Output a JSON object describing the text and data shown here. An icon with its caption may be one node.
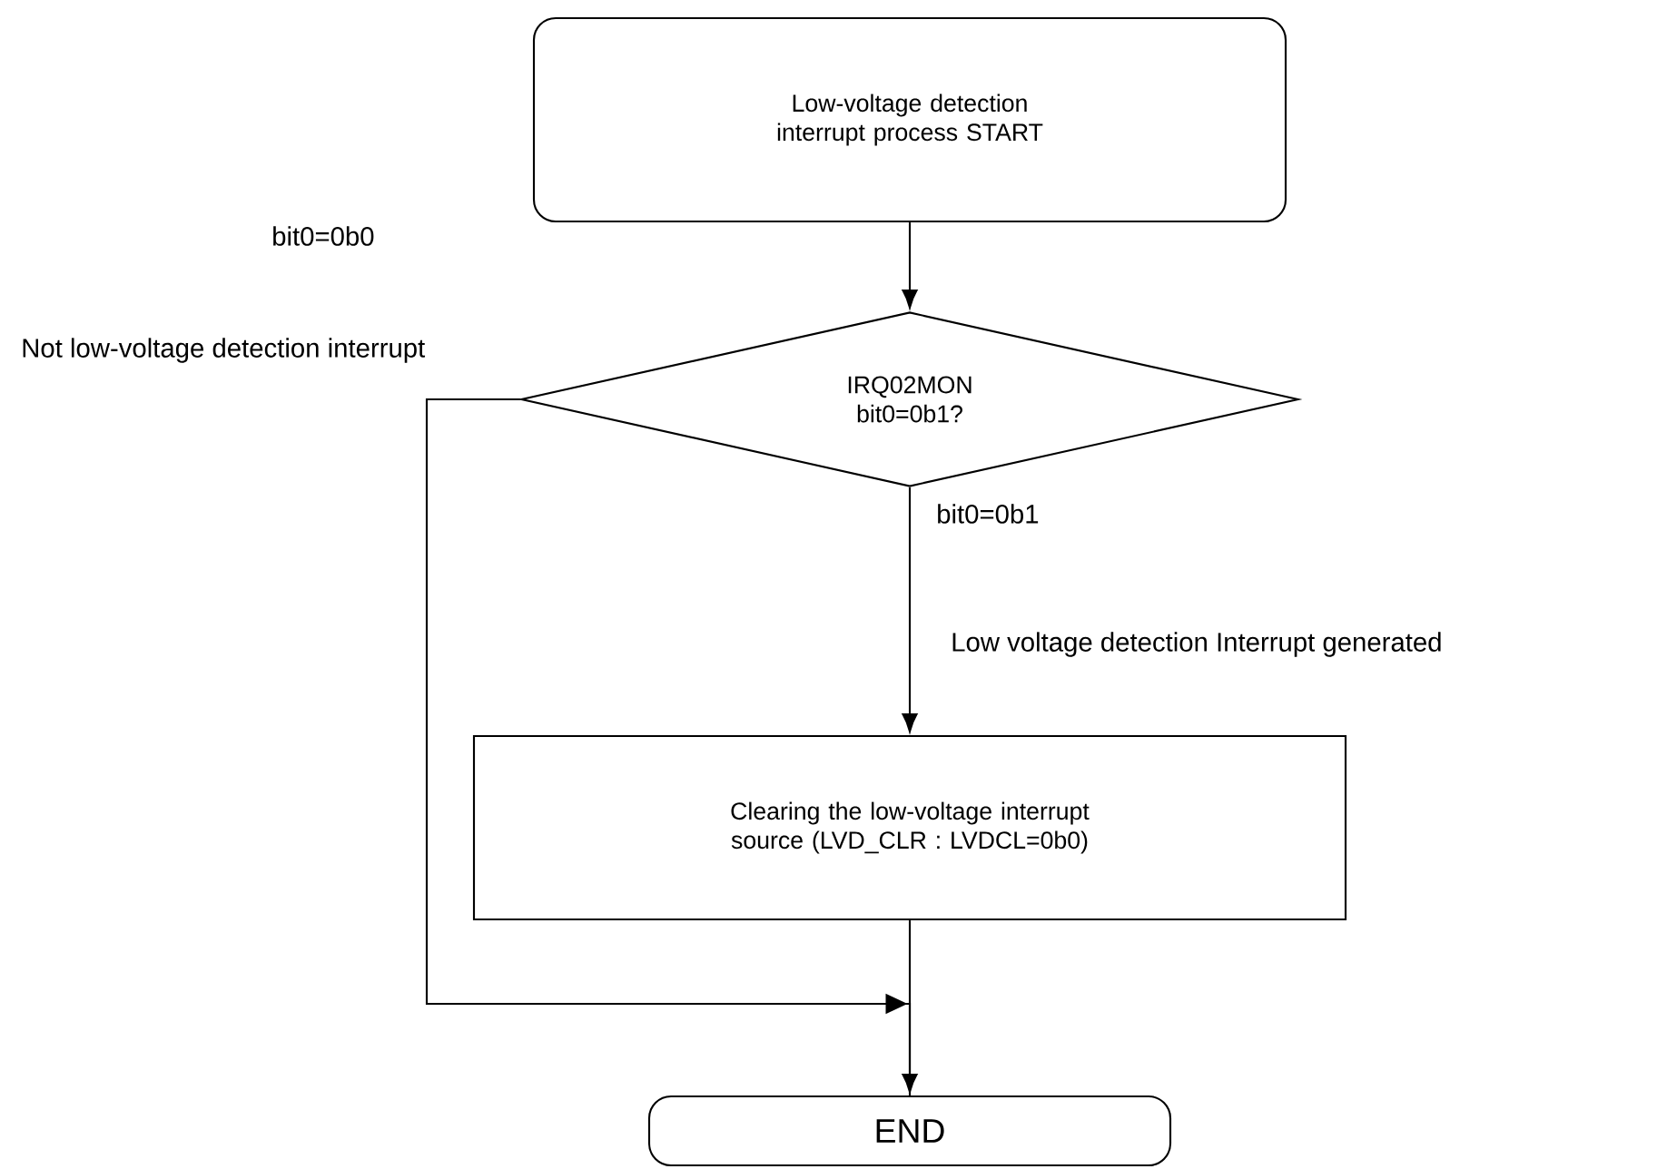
{
  "diagram": {
    "nodes": [
      {
        "text": [
          "Low-voltage detection interrupt process START"
        ]
      },
      {
        "text": [
          "IRQ02MON bit0=0b1?"
        ]
      },
      {
        "text": [
          "Clearing the low-voltage interrupt source (LVD_CLR : LVDCL=0b0)"
        ]
      },
      {
        "text": [
          "END"
        ]
      }
    ],
    "edges": [
      {
        "from": 0,
        "to": 1,
        "arrow": "to"
      },
      {
        "from": 1,
        "to": 2,
        "arrow": "to",
        "label": "bit0=0b1"
      },
      {
        "from": 1,
        "to": 3,
        "arrow": "to",
        "label": "Not low-voltage detection interrupt"
      },
      {
        "from": 2,
        "to": 3,
        "arrow": "to"
      }
    ],
    "labels": [
      "bit0=0b0",
      "Low voltage detection Interrupt generated"
    ]
  }
}
